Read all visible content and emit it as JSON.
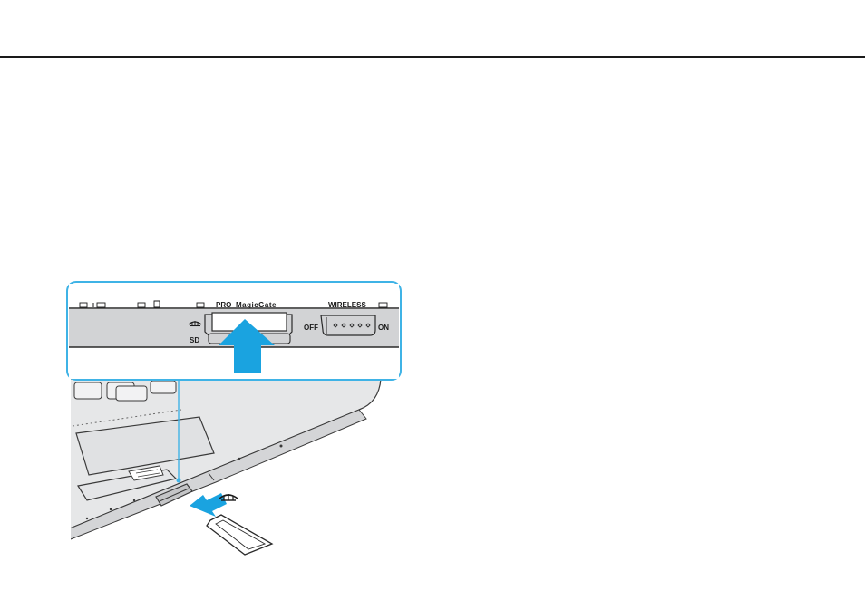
{
  "page": {
    "background": "#ffffff",
    "rule_color": "#1a1a1a"
  },
  "illustration": {
    "accent_color": "#1aa3e0",
    "callout_border_color": "#3fb3e6",
    "panel_color": "#d2d3d5",
    "laptop_color": "#e6e7e8",
    "labels": {
      "pro_label": "PRO",
      "magicgate_label": "MagicGate",
      "sd_label": "SD",
      "wireless_label": "WIRELESS",
      "off_label": "OFF",
      "on_label": "ON"
    },
    "icons": [
      "power-plug-indicator-icon",
      "drive-indicator-icon",
      "memory-stick-logo-icon",
      "insert-arrow-icon",
      "memory-stick-card-icon"
    ]
  }
}
